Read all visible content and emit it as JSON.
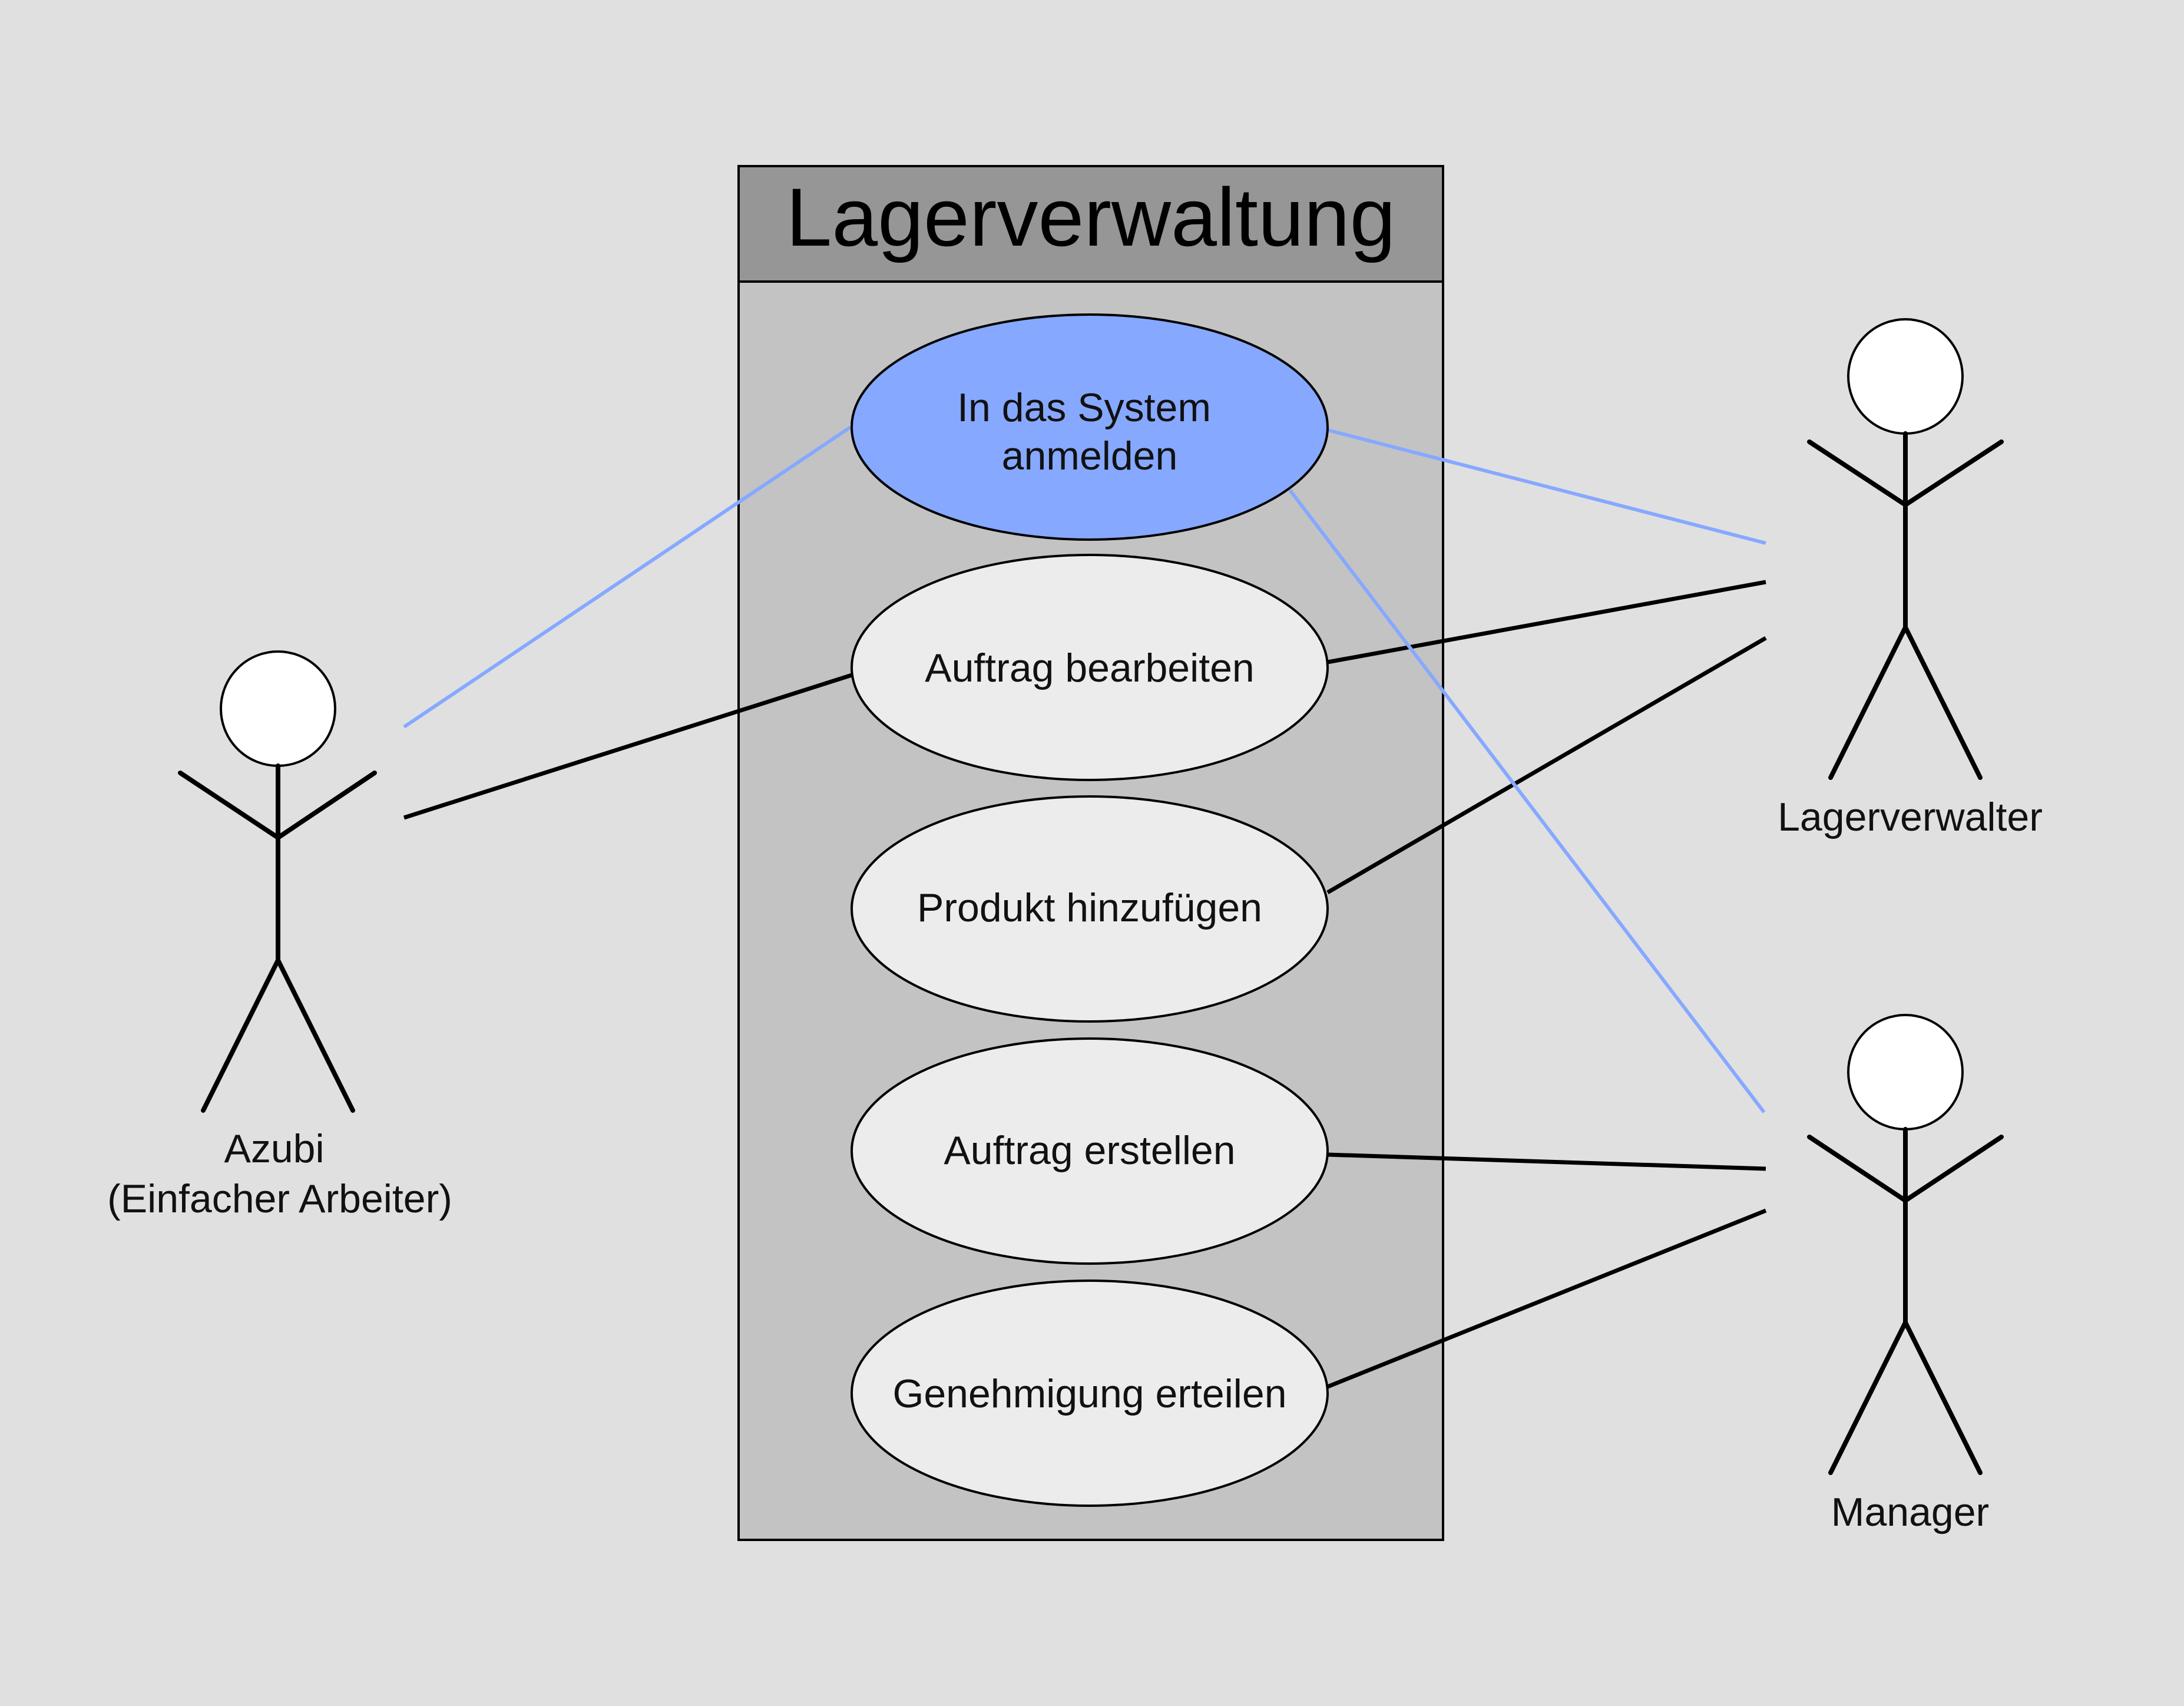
{
  "system": {
    "title": "Lagerverwaltung"
  },
  "use_cases": [
    {
      "id": "login",
      "lines": [
        "In das System",
        "anmelden"
      ],
      "highlighted": true
    },
    {
      "id": "edit-order",
      "lines": [
        "Auftrag bearbeiten"
      ],
      "highlighted": false
    },
    {
      "id": "add-product",
      "lines": [
        "Produkt hinzufügen"
      ],
      "highlighted": false
    },
    {
      "id": "create-order",
      "lines": [
        "Auftrag erstellen"
      ],
      "highlighted": false
    },
    {
      "id": "grant-approval",
      "lines": [
        "Genehmigung erteilen"
      ],
      "highlighted": false
    }
  ],
  "actors": [
    {
      "id": "azubi",
      "lines": [
        "Azubi",
        "(Einfacher Arbeiter)"
      ]
    },
    {
      "id": "lagerverwalter",
      "lines": [
        "Lagerverwalter"
      ]
    },
    {
      "id": "manager",
      "lines": [
        "Manager"
      ]
    }
  ],
  "associations": [
    {
      "actor": "azubi",
      "use_case": "login",
      "highlighted": true
    },
    {
      "actor": "azubi",
      "use_case": "edit-order",
      "highlighted": false
    },
    {
      "actor": "lagerverwalter",
      "use_case": "login",
      "highlighted": true
    },
    {
      "actor": "lagerverwalter",
      "use_case": "edit-order",
      "highlighted": false
    },
    {
      "actor": "lagerverwalter",
      "use_case": "add-product",
      "highlighted": false
    },
    {
      "actor": "manager",
      "use_case": "login",
      "highlighted": true
    },
    {
      "actor": "manager",
      "use_case": "create-order",
      "highlighted": false
    },
    {
      "actor": "manager",
      "use_case": "grant-approval",
      "highlighted": false
    }
  ],
  "colors": {
    "background": "#e0e0e0",
    "system_body": "#c3c3c3",
    "system_header": "#969696",
    "use_case_fill": "#ececec",
    "use_case_highlight": "#86a8ff",
    "highlight_line": "#86a8ff",
    "line": "#000000"
  }
}
